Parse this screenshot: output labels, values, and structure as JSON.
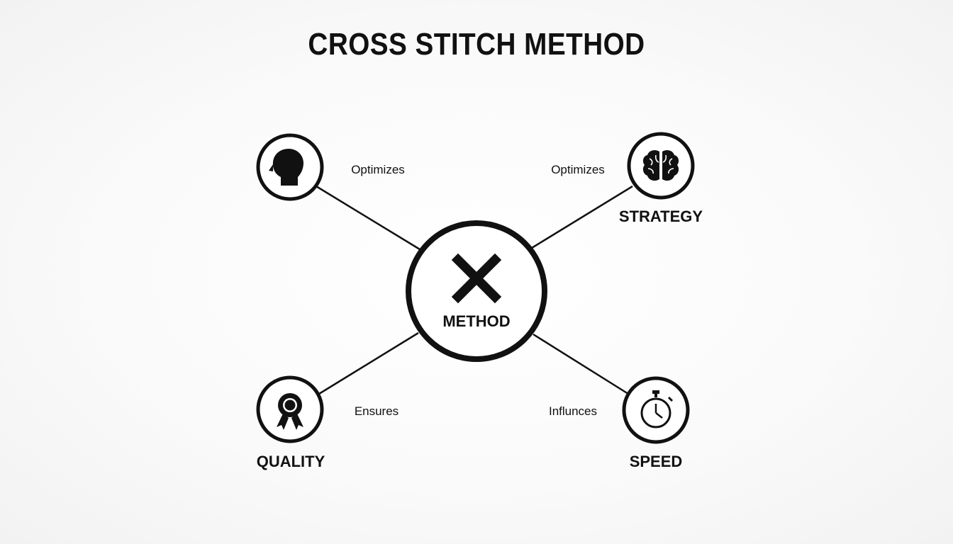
{
  "title": "CROSS STITCH METHOD",
  "center": {
    "label": "METHOD",
    "icon": "cross-x-icon"
  },
  "nodes": [
    {
      "id": "head",
      "icon": "head-profile-icon",
      "label": ""
    },
    {
      "id": "strategy",
      "icon": "brain-icon",
      "label": "STRATEGY"
    },
    {
      "id": "quality",
      "icon": "award-ribbon-icon",
      "label": "QUALITY"
    },
    {
      "id": "speed",
      "icon": "stopwatch-icon",
      "label": "SPEED"
    }
  ],
  "edges": [
    {
      "from": "head",
      "to": "center",
      "label": "Optimizes"
    },
    {
      "from": "strategy",
      "to": "center",
      "label": "Optimizes"
    },
    {
      "from": "quality",
      "to": "center",
      "label": "Ensures"
    },
    {
      "from": "speed",
      "to": "center",
      "label": "Influnces"
    }
  ],
  "colors": {
    "ink": "#111111",
    "background": "#f7f7f7",
    "node_fill": "#ffffff"
  }
}
